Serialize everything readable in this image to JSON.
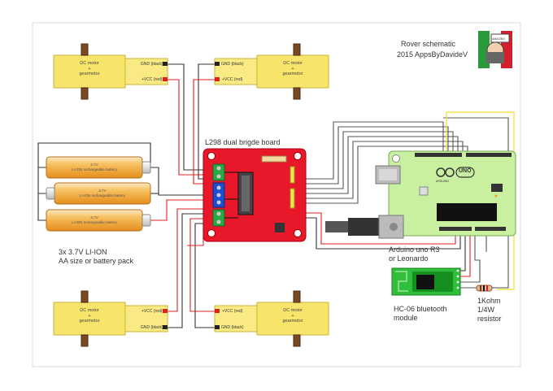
{
  "header": {
    "title": "Rover schematic",
    "subtitle": "2015 AppsByDavideV",
    "logo_text": "AMAZING"
  },
  "motors": {
    "motor_label": "DC motor",
    "motor_plus": "+",
    "motor_sub": "gearmotor",
    "gnd_label": "GND (black)",
    "vcc_label": "+VCC (red)"
  },
  "board": {
    "title": "L298 dual brigde board"
  },
  "batteries": {
    "cells": [
      {
        "voltage": "3.7V",
        "desc": "LI-ION rechargeable battery"
      },
      {
        "voltage": "3.7V",
        "desc": "LI-ION rechargeable battery"
      },
      {
        "voltage": "3.7V",
        "desc": "LI-ION rechargeable battery"
      }
    ],
    "caption_line1": "3x 3.7V LI-ION",
    "caption_line2": "AA size or battery pack"
  },
  "arduino": {
    "caption_line1": "Arduino uno R3",
    "caption_line2": "or Leonardo",
    "logo": "UNO",
    "brand": "ARDUINO"
  },
  "bluetooth": {
    "caption_line1": "HC-06 bluetooth",
    "caption_line2": "module"
  },
  "resistor": {
    "line1": "1Kohm",
    "line2": "1/4W",
    "line3": "resistor"
  },
  "colors": {
    "wire_red": "#e02020",
    "wire_black": "#333333",
    "wire_gray": "#777777",
    "motor_yellow": "#f7e46a",
    "board_red": "#e8182a",
    "arduino_green": "#c8f0a0",
    "bt_green": "#2fbf3a",
    "battery_orange": "#f5b13c"
  }
}
